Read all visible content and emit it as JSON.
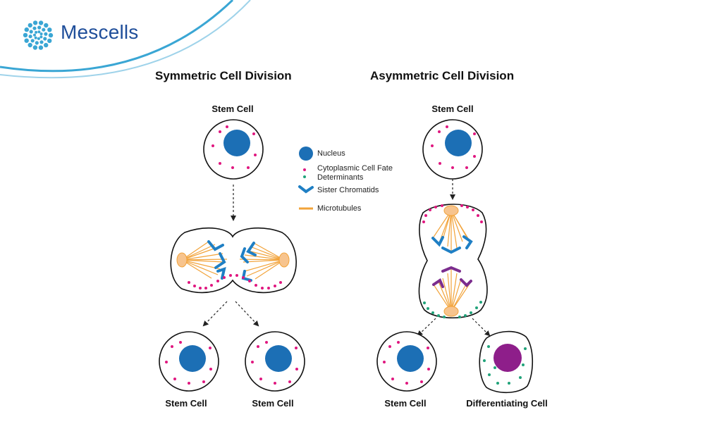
{
  "brand": {
    "name": "Mescells",
    "logo_icon": "mescells-logo-icon"
  },
  "titles": {
    "symmetric": "Symmetric Cell Division",
    "asymmetric": "Asymmetric Cell Division"
  },
  "labels": {
    "sym_top": "Stem Cell",
    "sym_daughter_left": "Stem Cell",
    "sym_daughter_right": "Stem Cell",
    "asym_top": "Stem Cell",
    "asym_daughter_left": "Stem Cell",
    "asym_daughter_right": "Differentiating Cell"
  },
  "legend": {
    "nucleus": "Nucleus",
    "fate_line1": "Cytoplasmic Cell Fate",
    "fate_line2": "Determinants",
    "chromatids": "Sister Chromatids",
    "microtubules": "Microtubules"
  },
  "colors": {
    "nucleus_blue": "#1c6fb5",
    "nucleus_purple": "#8e1e8a",
    "determinant_magenta": "#e0177f",
    "determinant_green": "#21a37a",
    "chromatid_blue": "#1f7fc4",
    "chromatid_purple": "#7b2d8e",
    "microtubule_orange": "#f2a33a",
    "centrosome": "#f7c48e",
    "arc_blue": "#3aa6d4",
    "brand_blue": "#1f4e9a"
  }
}
